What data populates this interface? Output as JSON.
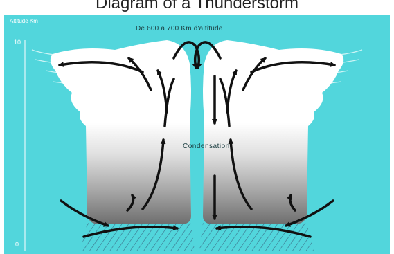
{
  "caption": "Diagram of a Thunderstorm",
  "axis": {
    "title": "Altitude Km",
    "tick_top": "10",
    "tick_bottom": "0"
  },
  "labels": {
    "top": "De 600 a 700 Km d'altitude",
    "center": "Condensation"
  },
  "colors": {
    "background": "#52d6dc",
    "cloud_top": "#ffffff",
    "cloud_base": "#7d7d7d",
    "arrow": "#111111",
    "rain": "#4a7c92"
  },
  "icons": [
    "up-arrow-icon",
    "down-arrow-icon",
    "curved-arrow-icon"
  ]
}
